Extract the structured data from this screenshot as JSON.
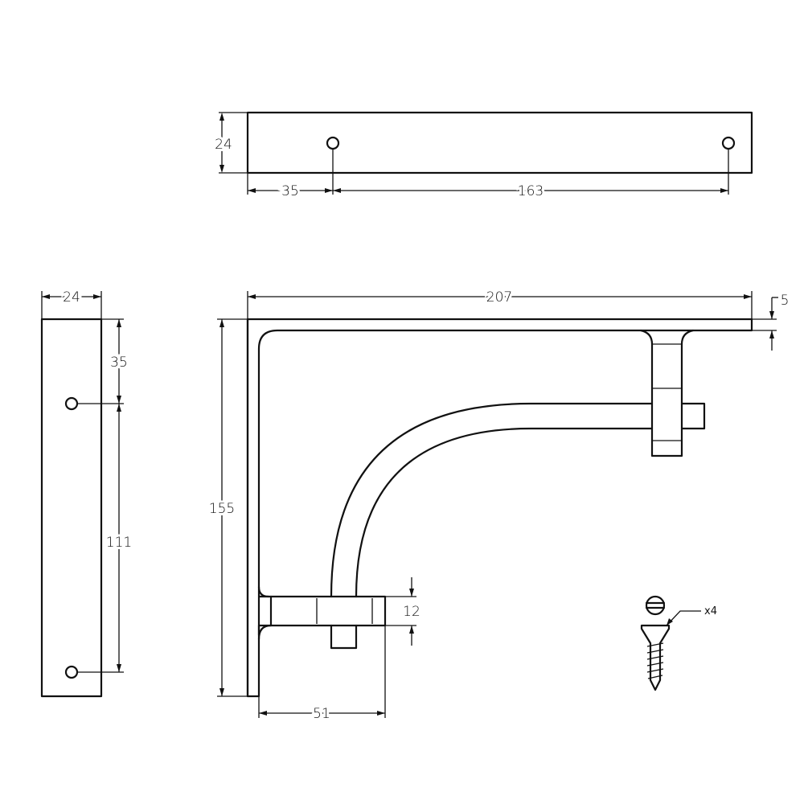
{
  "colors": {
    "line": "#111111",
    "background": "#ffffff"
  },
  "top_view": {
    "dim_height": "24",
    "dim_edge_to_hole": "35",
    "dim_hole_spacing": "163"
  },
  "side_view": {
    "dim_width": "24",
    "dim_edge_to_hole": "35",
    "dim_hole_spacing": "111"
  },
  "front_view": {
    "dim_width": "207",
    "dim_height": "155",
    "dim_thickness": "5",
    "dim_foot_height": "12",
    "dim_foot_length": "51"
  },
  "screw": {
    "icon": "countersunk-screw-icon",
    "quantity": "x4"
  }
}
